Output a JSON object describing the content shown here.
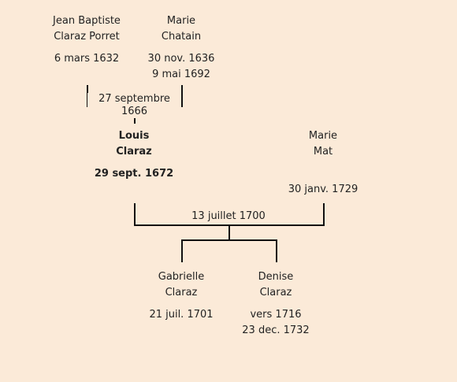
{
  "persons": {
    "jean_baptiste": {
      "name1": "Jean Baptiste",
      "name2": "Claraz Porret",
      "birth": "6 mars 1632",
      "death": ""
    },
    "marie_chatain": {
      "name1": "Marie",
      "name2": "Chatain",
      "birth": "30 nov. 1636",
      "death": "9 mai 1692"
    },
    "louis": {
      "name1": "Louis",
      "name2": "Claraz",
      "birth": "29 sept. 1672",
      "death": ""
    },
    "marie_mat": {
      "name1": "Marie",
      "name2": "Mat",
      "birth": "",
      "death": "30 janv. 1729"
    },
    "gabrielle": {
      "name1": "Gabrielle",
      "name2": "Claraz",
      "birth": "21 juil. 1701",
      "death": ""
    },
    "denise": {
      "name1": "Denise",
      "name2": "Claraz",
      "birth": "vers 1716",
      "death": "23 dec. 1732"
    }
  },
  "marriages": {
    "parents": "27 septembre 1666",
    "louis_marie": "13 juillet 1700"
  },
  "colors": {
    "background": "#fbead8",
    "lines": "#111111"
  }
}
